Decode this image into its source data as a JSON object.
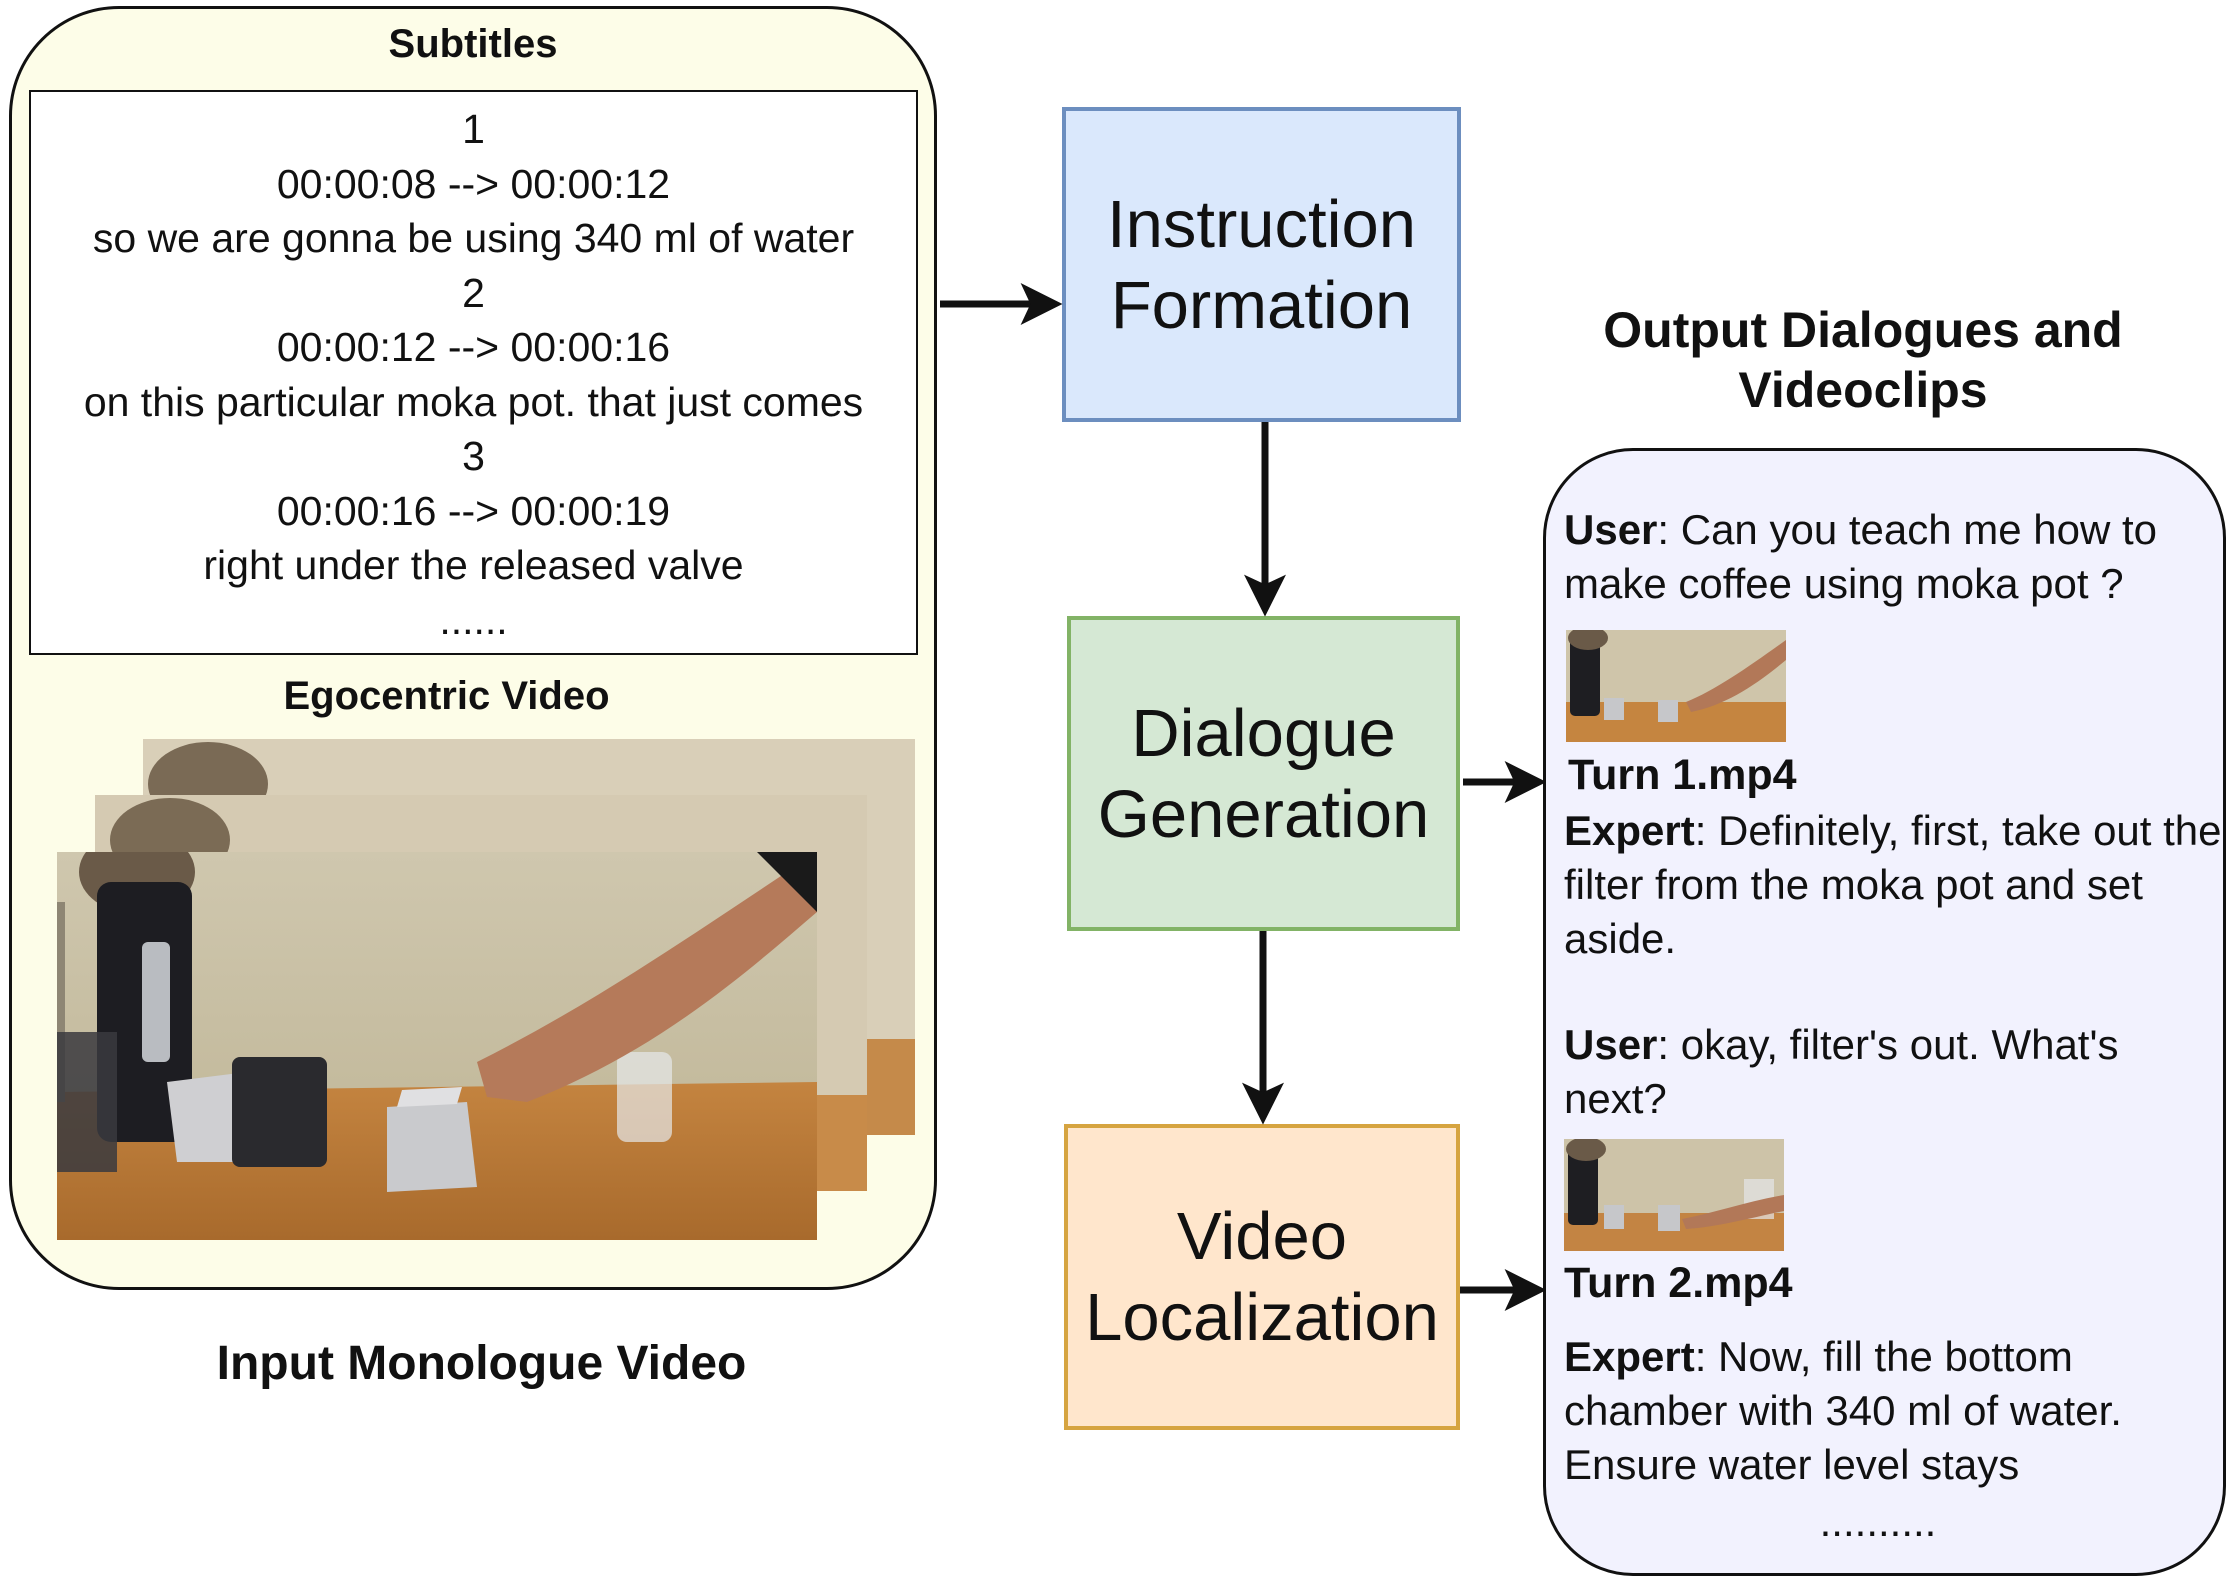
{
  "input": {
    "subtitles_title": "Subtitles",
    "subtitle_lines": [
      "1",
      "00:00:08 --> 00:00:12",
      "so we are gonna be using 340 ml of water",
      "2",
      "00:00:12 --> 00:00:16",
      "on this particular moka pot. that just comes",
      "3",
      "00:00:16 --> 00:00:19",
      "right under the released valve",
      "......"
    ],
    "video_title": "Egocentric Video",
    "caption": "Input Monologue Video"
  },
  "pipeline": {
    "instruction": [
      "Instruction",
      "Formation"
    ],
    "dialogue": [
      "Dialogue",
      "Generation"
    ],
    "video": [
      "Video",
      "Localization"
    ]
  },
  "output": {
    "title": [
      "Output Dialogues and",
      "Videoclips"
    ],
    "turn1_user_speaker": "User",
    "turn1_user_text": ": Can you teach me how to make coffee using moka pot ?",
    "turn1_clip": "Turn 1.mp4",
    "turn1_expert_speaker": "Expert",
    "turn1_expert_text": ": Definitely, first, take out the filter from the moka pot and set aside.",
    "turn2_user_speaker": "User",
    "turn2_user_text": ": okay, filter's out. What's next?",
    "turn2_clip": "Turn 2.mp4",
    "turn2_expert_speaker": "Expert",
    "turn2_expert_text": ": Now, fill the bottom chamber with 340 ml of water. Ensure water level stays",
    "ellipsis": ".........."
  },
  "colors": {
    "input_panel": "#fdfde8",
    "instruction_fill": "#dae8fc",
    "instruction_border": "#6c8ebf",
    "dialogue_fill": "#d5e8d4",
    "dialogue_border": "#82b366",
    "video_fill": "#ffe6cc",
    "video_border": "#d6a440",
    "output_panel": "#f2f2fe"
  }
}
